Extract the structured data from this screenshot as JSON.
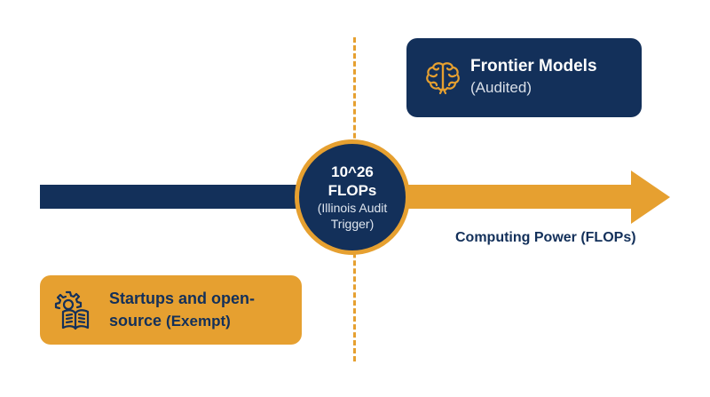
{
  "threshold": {
    "line1": "10^26",
    "line2": "FLOPs",
    "line3": "(Illinois Audit",
    "line4": "Trigger)"
  },
  "axis": {
    "label": "Computing Power (FLOPs)"
  },
  "frontier_card": {
    "title": "Frontier Models",
    "subtitle": "(Audited)",
    "icon": "brain-icon"
  },
  "startup_card": {
    "title_line1": "Startups and open-",
    "title_line2": "source",
    "subtitle": "(Exempt)",
    "icon": "gear-book-icon"
  },
  "colors": {
    "navy": "#13305A",
    "gold": "#E6A030",
    "background": "#FFFFFF"
  }
}
